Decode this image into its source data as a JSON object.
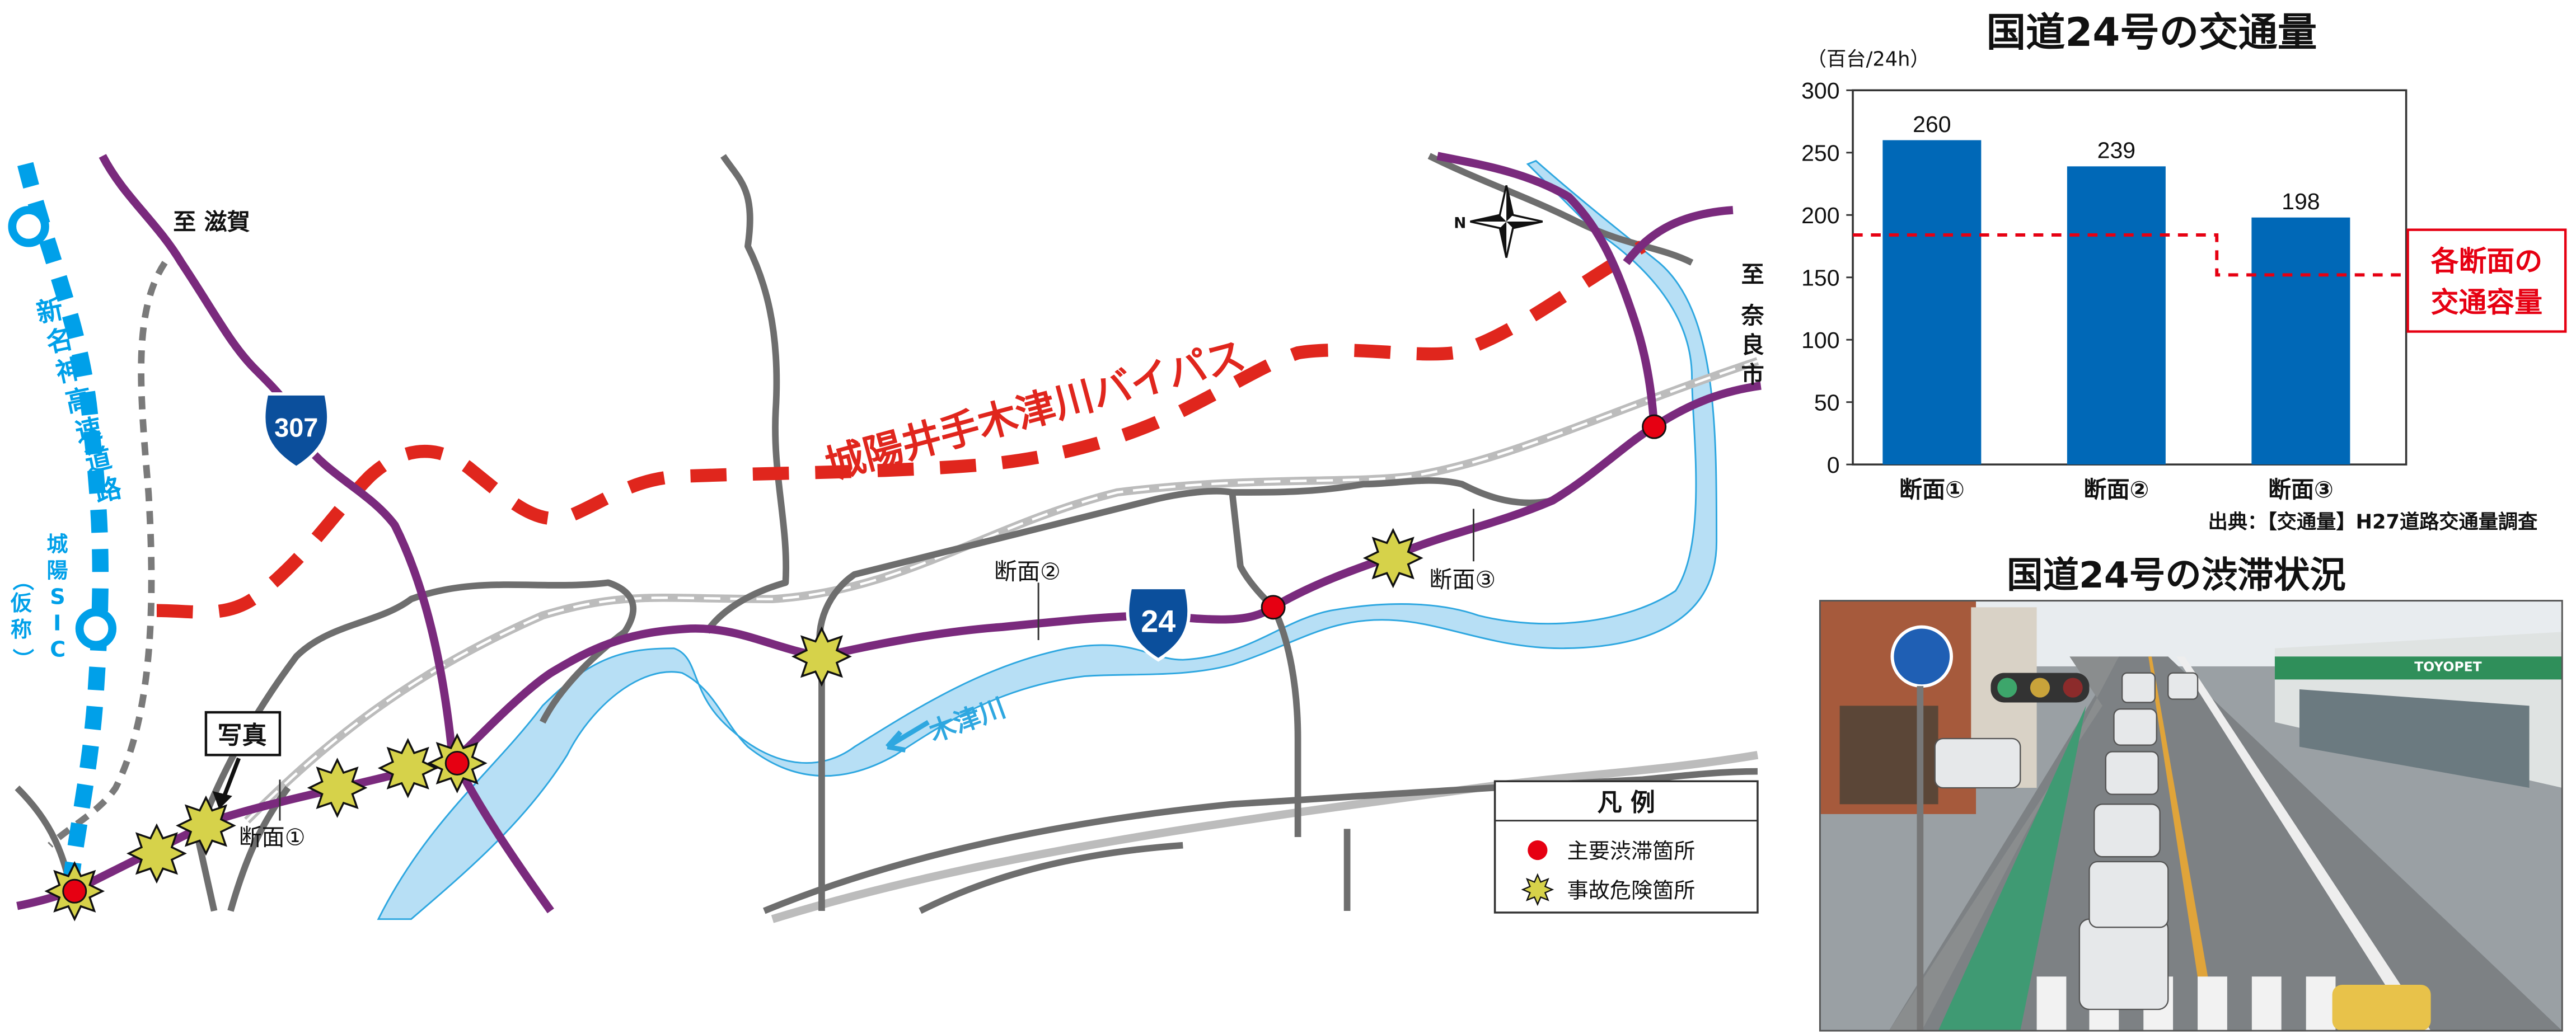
{
  "map": {
    "to_shiga": "至 滋賀",
    "to_nara": [
      "至",
      "奈",
      "良",
      "市"
    ],
    "route_307": "307",
    "route_24": "24",
    "bypass_label": "城陽井手木津川バイパス",
    "expressway_label": [
      "新",
      "名",
      "神",
      "高",
      "速",
      "道",
      "路"
    ],
    "sic_label": [
      "城",
      "陽",
      "S",
      "I",
      "C"
    ],
    "sic_note": [
      "（",
      "仮",
      "称",
      "）"
    ],
    "river_label": "木津川",
    "photo_callout": "写真",
    "sections": [
      "断面①",
      "断面②",
      "断面③"
    ],
    "north_label": "N",
    "colors": {
      "route": "#7a2a7d",
      "bypass": "#e0261d",
      "expressway": "#00a0e9",
      "river": "#b7dff5",
      "road": "#707070",
      "rail": "#c8c8c8"
    },
    "legend": {
      "title": "凡 例",
      "items": [
        {
          "icon": "red-dot-icon",
          "label": "主要渋滞箇所",
          "color": "#e60012"
        },
        {
          "icon": "star-icon",
          "label": "事故危険箇所",
          "color": "#d6d24a"
        }
      ]
    }
  },
  "chart_data": {
    "type": "bar",
    "title": "国道24号の交通量",
    "ylabel": "（百台/24h）",
    "categories": [
      "断面①",
      "断面②",
      "断面③"
    ],
    "values": [
      260,
      239,
      198
    ],
    "data_labels": [
      "260",
      "239",
      "198"
    ],
    "ylim": [
      0,
      300
    ],
    "yticks": [
      0,
      50,
      100,
      150,
      200,
      250,
      300
    ],
    "bar_color": "#0068b7",
    "capacity_line": {
      "label": "各断面の交通容量",
      "label_lines": [
        "各断面の",
        "交通容量"
      ],
      "values": [
        184,
        184,
        152
      ],
      "color": "#e60012",
      "style": "dashed"
    },
    "source": "出典：【交通量】H27道路交通量調査",
    "grid": false
  },
  "photo": {
    "title": "国道24号の渋滞状況",
    "signs": [
      "TOYOPET"
    ]
  }
}
